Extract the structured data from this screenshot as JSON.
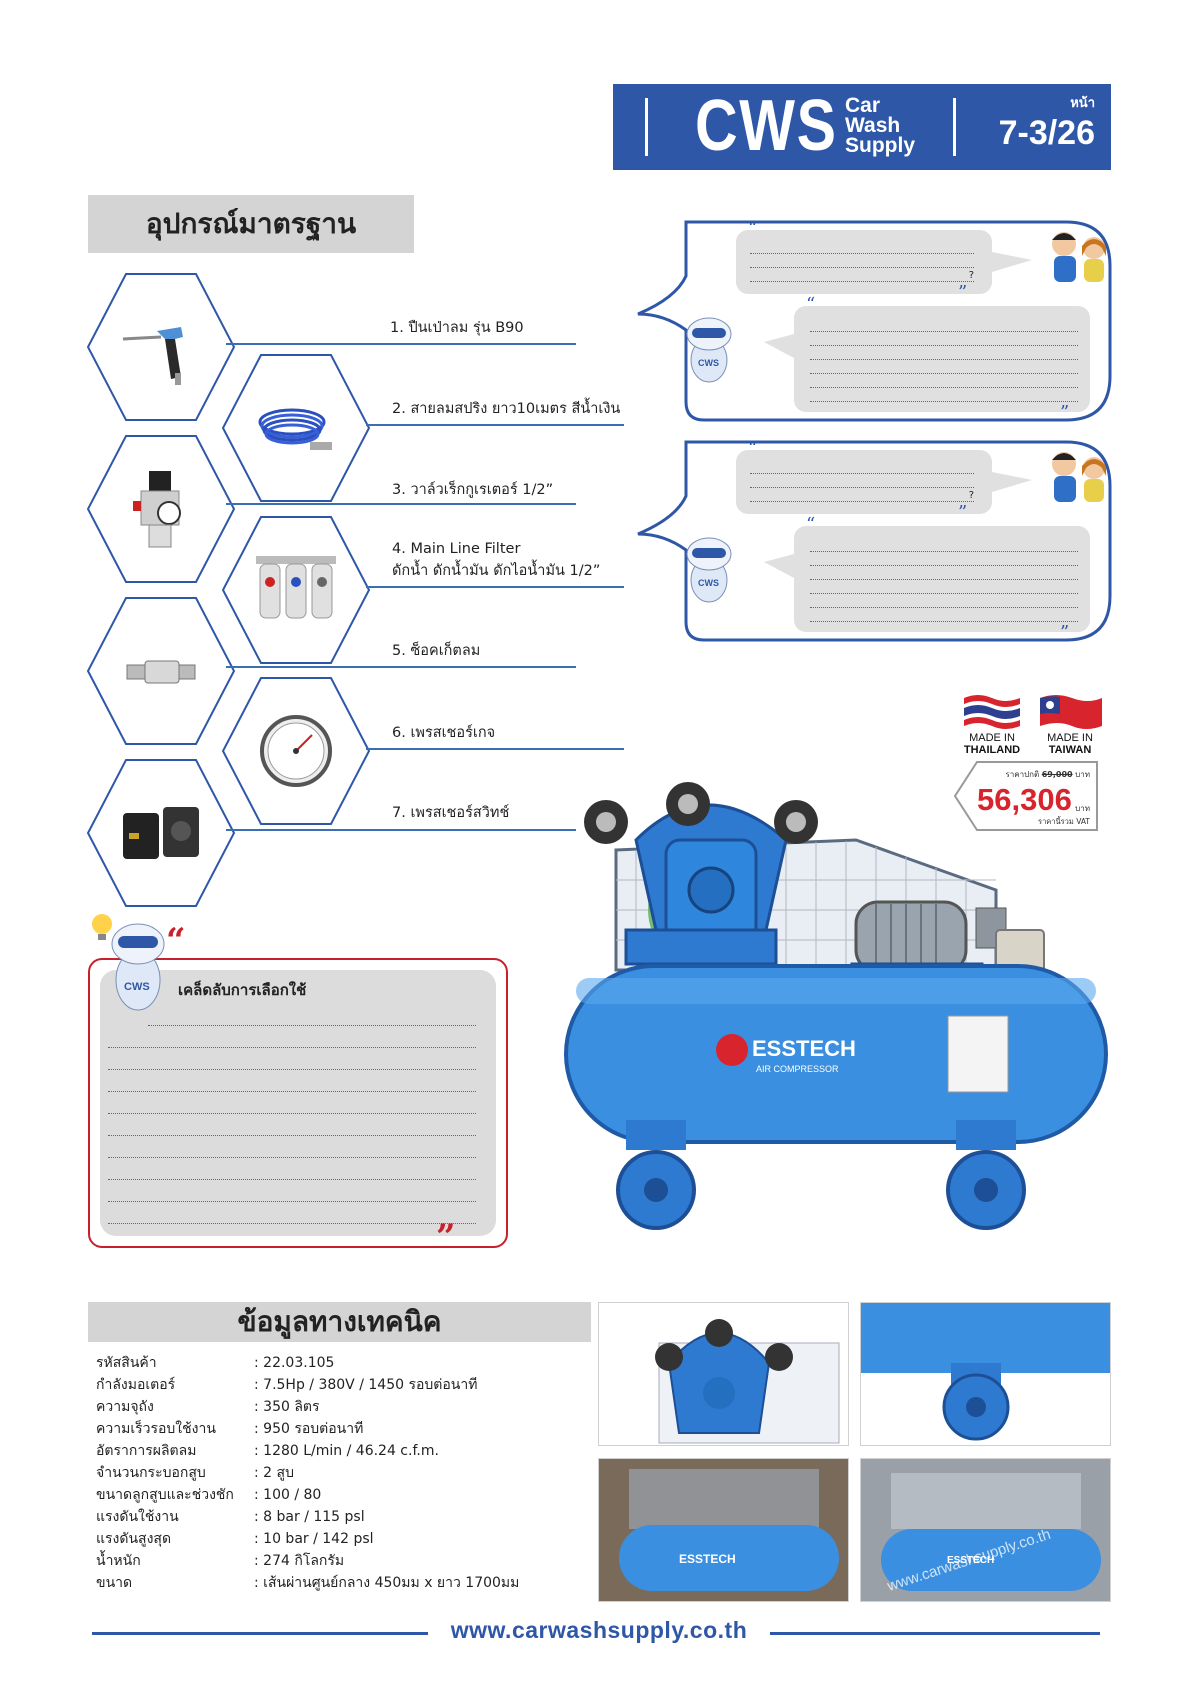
{
  "header": {
    "logo": "CWS",
    "sub1": "Car",
    "sub2": "Wash",
    "sub3": "Supply",
    "page_label": "หน้า",
    "page_number": "7-3/26",
    "brand_color": "#2f57a8"
  },
  "standard": {
    "title": "อุปกรณ์มาตรฐาน",
    "items": [
      {
        "label": "1. ปืนเป่าลม รุ่น B90"
      },
      {
        "label": "2. สายลมสปริง ยาว10เมตร สีน้ำเงิน"
      },
      {
        "label": "3. วาล์วเร็กกูเรเตอร์ 1/2”"
      },
      {
        "label_line1": "4. Main Line Filter",
        "label_line2": "ดักน้ำ ดักน้ำมัน ดักไอน้ำมัน 1/2”"
      },
      {
        "label": "5. ซ็อคเก็ตลม"
      },
      {
        "label": "6. เพรสเชอร์เกจ"
      },
      {
        "label": "7. เพรสเชอร์สวิทช์"
      }
    ]
  },
  "chat": {
    "question_mark": "?",
    "mascot_text": "CWS"
  },
  "tip": {
    "title": "เคล็ดลับการเลือกใช้",
    "mascot_text": "CWS"
  },
  "origin": {
    "thailand_line1": "MADE IN",
    "thailand_line2": "THAILAND",
    "taiwan_line1": "MADE IN",
    "taiwan_line2": "TAIWAN"
  },
  "price": {
    "old_label": "ราคาปกติ",
    "old_value": "69,000",
    "old_unit": "บาท",
    "new_value": "56,306",
    "new_unit": "บาท",
    "vat_note": "ราคานี้รวม VAT",
    "accent": "#d8242c"
  },
  "product": {
    "brand": "ESSTECH",
    "brand_sub": "AIR COMPRESSOR"
  },
  "tech": {
    "title": "ข้อมูลทางเทคนิค",
    "rows": [
      {
        "k": "รหัสสินค้า",
        "v": ": 22.03.105"
      },
      {
        "k": "กำลังมอเตอร์",
        "v": ": 7.5Hp / 380V / 1450 รอบต่อนาที"
      },
      {
        "k": "ความจุถัง",
        "v": ": 350 ลิตร"
      },
      {
        "k": "ความเร็วรอบใช้งาน",
        "v": ": 950 รอบต่อนาที"
      },
      {
        "k": "อัตราการผลิตลม",
        "v": ": 1280 L/min / 46.24 c.f.m."
      },
      {
        "k": "จำนวนกระบอกสูบ",
        "v": ": 2 สูบ"
      },
      {
        "k": "ขนาดลูกสูบและช่วงชัก",
        "v": ": 100 / 80"
      },
      {
        "k": "แรงดันใช้งาน",
        "v": ": 8 bar / 115 psl"
      },
      {
        "k": "แรงดันสูงสุด",
        "v": ": 10 bar / 142 psl"
      },
      {
        "k": "น้ำหนัก",
        "v": ": 274 กิโลกรัม"
      },
      {
        "k": "ขนาด",
        "v": ": เส้นผ่านศูนย์กลาง 450มม x ยาว 1700มม"
      }
    ]
  },
  "photos": {
    "watermark": "www.carwashsupply.co.th",
    "brand": "ESSTECH"
  },
  "footer": {
    "url": "www.carwashsupply.co.th"
  }
}
